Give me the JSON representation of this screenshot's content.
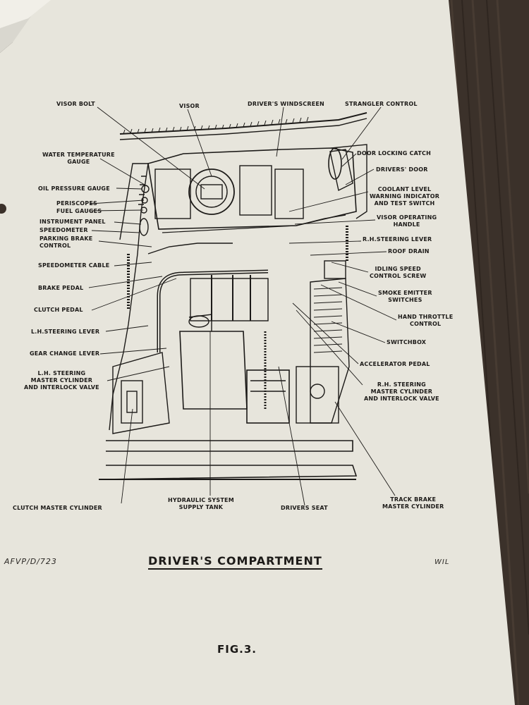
{
  "labels": {
    "visor_bolt": "VISOR BOLT",
    "visor": "VISOR",
    "drivers_windscreen": "DRIVER'S WINDSCREEN",
    "strangler_control": "STRANGLER CONTROL",
    "water_temperature_gauge": "WATER TEMPERATURE\nGAUGE",
    "door_locking_catch": "DOOR LOCKING CATCH",
    "drivers_door": "DRIVERS' DOOR",
    "oil_pressure_gauge": "OIL PRESSURE GAUGE",
    "coolant_level": "COOLANT LEVEL\nWARNING INDICATOR\nAND TEST SWITCH",
    "periscopes": "PERISCOPES",
    "fuel_gauges": "FUEL GAUGES",
    "visor_operating_handle": "VISOR OPERATING\nHANDLE",
    "instrument_panel": "INSTRUMENT PANEL",
    "speedometer": "SPEEDOMETER",
    "parking_brake_control": "PARKING BRAKE\nCONTROL",
    "rh_steering_lever": "R.H.STEERING LEVER",
    "roof_drain": "ROOF DRAIN",
    "speedometer_cable": "SPEEDOMETER CABLE",
    "idling_speed": "IDLING SPEED\nCONTROL SCREW",
    "brake_pedal": "BRAKE PEDAL",
    "smoke_emitter": "SMOKE EMITTER\nSWITCHES",
    "clutch_pedal": "CLUTCH PEDAL",
    "hand_throttle": "HAND THROTTLE\nCONTROL",
    "lh_steering_lever": "L.H.STEERING LEVER",
    "switchbox": "SWITCHBOX",
    "gear_change_lever": "GEAR CHANGE LEVER",
    "accelerator_pedal": "ACCELERATOR PEDAL",
    "lh_master": "L.H. STEERING\nMASTER CYLINDER\nAND INTERLOCK VALVE",
    "rh_master": "R.H. STEERING\nMASTER CYLINDER\nAND INTERLOCK VALVE",
    "hydraulic_tank": "HYDRAULIC SYSTEM\nSUPPLY TANK",
    "clutch_master": "CLUTCH MASTER CYLINDER",
    "drivers_seat": "DRIVERS SEAT",
    "track_brake": "TRACK BRAKE\nMASTER CYLINDER"
  },
  "title": "DRIVER'S COMPARTMENT",
  "doc_code": "AFVP/D/723",
  "initials": "WIL",
  "figure": "FIG.3."
}
